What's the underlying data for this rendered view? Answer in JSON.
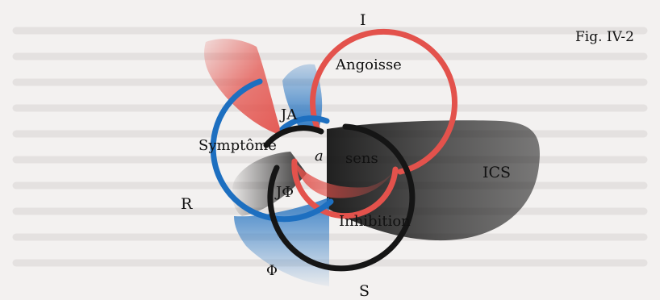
{
  "figure": {
    "caption": "Fig. IV-2"
  },
  "labels": {
    "I": "I",
    "R": "R",
    "S": "S",
    "ICS": "ICS",
    "phi": "Φ",
    "angoisse": "Angoisse",
    "symptome": "Symptôme",
    "inhibition": "Inhibition",
    "ja": "JA",
    "jphi": "JΦ",
    "a": "a",
    "sens": "sens"
  },
  "colors": {
    "red": "#e3524c",
    "blue": "#1d6fc0",
    "black": "#151515",
    "background": "#f3f1f0"
  }
}
